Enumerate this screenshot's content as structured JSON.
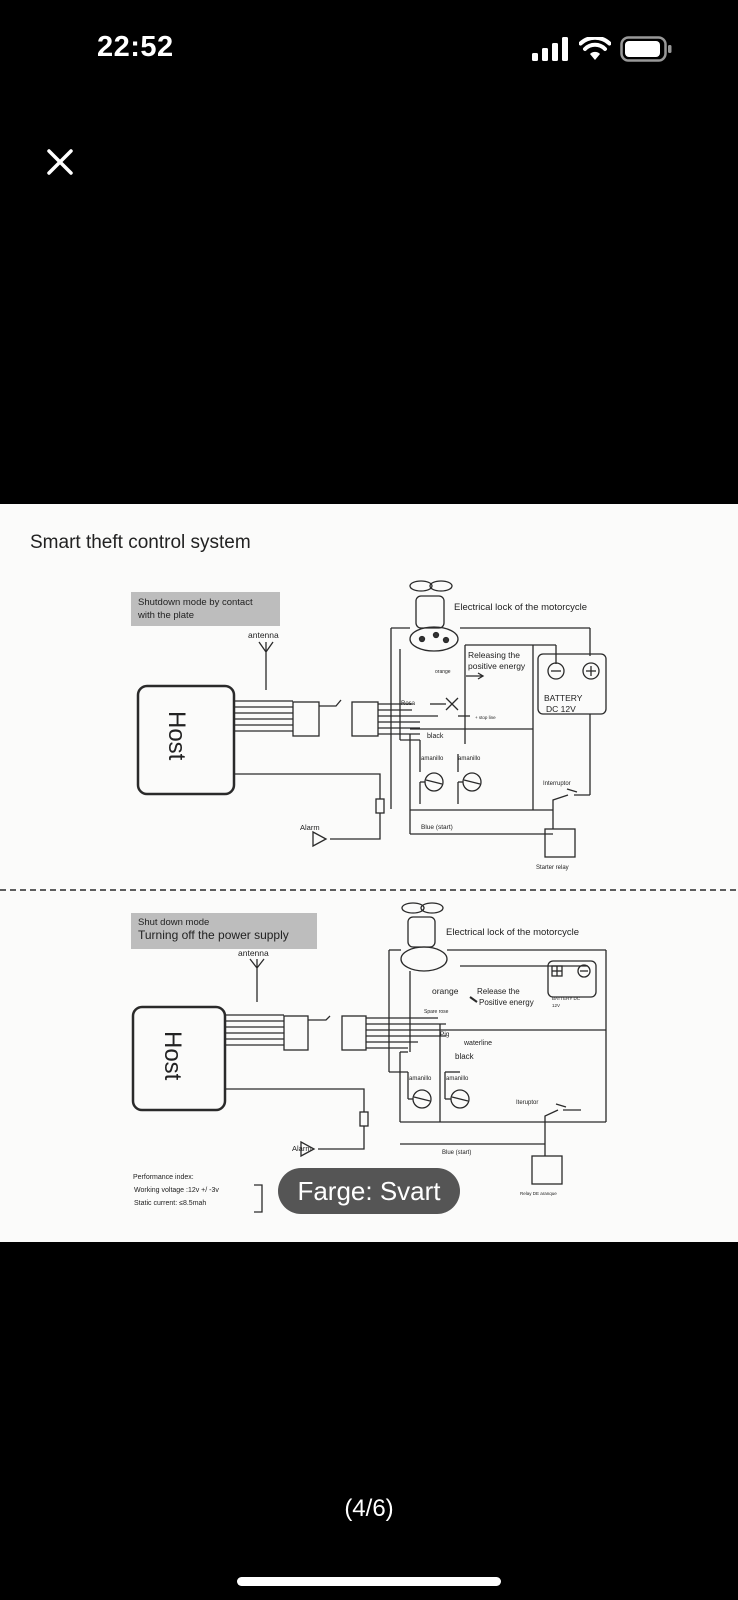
{
  "status_bar": {
    "time": "22:52",
    "icons": [
      "cellular-signal-icon",
      "wifi-icon",
      "battery-icon"
    ]
  },
  "viewer": {
    "close_icon": "close-icon",
    "color_label": "Farge: Svart",
    "page_indicator": "(4/6)"
  },
  "diagram": {
    "title": "Smart theft control system",
    "top": {
      "mode_label_line1": "Shutdown mode by contact",
      "mode_label_line2": "with the plate",
      "antenna": "antenna",
      "host": "Host",
      "lock": "Electrical lock of the motorcycle",
      "releasing_line1": "Releasing the",
      "releasing_line2": "positive energy",
      "orange": "orange",
      "battery_line1": "BATTERY",
      "battery_line2": "DC 12V",
      "rosa": "Rosa",
      "stop_line": "+ stop line",
      "black": "black",
      "amarillo1": "amanillo",
      "amarillo2": "amanillo",
      "interruptor": "Interruptor",
      "alarm": "Alarm",
      "blue_start": "Blue (start)",
      "starter_relay": "Starter relay"
    },
    "bottom": {
      "mode_label_line1": "Shut down mode",
      "mode_label_line2": "Turning off the power supply",
      "antenna": "antenna",
      "host": "Host",
      "lock": "Electrical lock of the motorcycle",
      "orange": "orange",
      "release_line1": "Release the",
      "release_line2": "Positive energy",
      "battery_line1": "BATTERY DC",
      "battery_line2": "12V",
      "spare_rose": "Spare rose",
      "pig": "Pig",
      "waterline": "waterline",
      "black": "black",
      "amarillo1": "amanillo",
      "amarillo2": "amanillo",
      "interruptor": "Iteruptor",
      "alarm": "Alarm",
      "blue_start": "Blue (start)",
      "relay": "Relay DE aranque",
      "perf_title": "Performance index:",
      "perf_voltage": "Working voltage :12v +/ -3v",
      "perf_current": "Static current: ≤8.5mah"
    }
  }
}
